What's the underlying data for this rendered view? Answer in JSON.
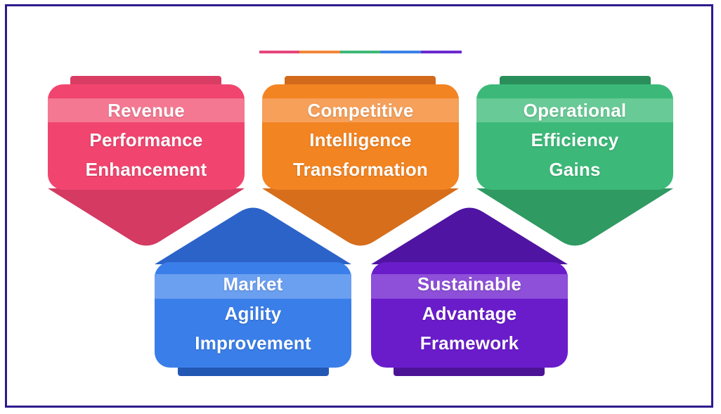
{
  "accent_colors": [
    "#e6457b",
    "#f0873a",
    "#3fb977",
    "#3b7fe6",
    "#6c2bd0"
  ],
  "cards": [
    {
      "id": "revenue",
      "lines": [
        "Revenue",
        "Performance",
        "Enhancement"
      ],
      "color": "#f1456f",
      "dark": "#d43a62",
      "band": "#f47891",
      "tab": "#d93d63",
      "pointer": "down"
    },
    {
      "id": "competitive",
      "lines": [
        "Competitive",
        "Intelligence",
        "Transformation"
      ],
      "color": "#f38422",
      "dark": "#d66e1c",
      "band": "#f6a05a",
      "tab": "#d26a1b",
      "pointer": "down"
    },
    {
      "id": "operational",
      "lines": [
        "Operational",
        "Efficiency",
        "Gains"
      ],
      "color": "#3cb979",
      "dark": "#2f9a62",
      "band": "#68ca96",
      "tab": "#2a8e5a",
      "pointer": "down"
    },
    {
      "id": "market",
      "lines": [
        "Market",
        "Agility",
        "Improvement"
      ],
      "color": "#3a7ee9",
      "dark": "#2c63c9",
      "band": "#6b9ff0",
      "tab": "#2357b4",
      "pointer": "up"
    },
    {
      "id": "sustainable",
      "lines": [
        "Sustainable",
        "Advantage",
        "Framework"
      ],
      "color": "#6a1ccb",
      "dark": "#4f14a2",
      "band": "#8e4fd9",
      "tab": "#4d1396",
      "pointer": "up"
    }
  ]
}
